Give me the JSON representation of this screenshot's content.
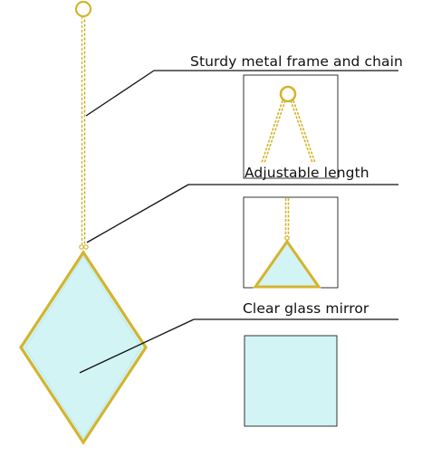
{
  "callouts": [
    {
      "text": "Sturdy metal frame and chain"
    },
    {
      "text": "Adjustable length"
    },
    {
      "text": "Clear glass mirror"
    }
  ],
  "colors": {
    "gold": "#d4b42e",
    "gold_dark": "#b8961a",
    "glass": "#d3f4f4",
    "glass_edge": "#bfeaea",
    "line": "#111111",
    "panel_border": "#333333"
  },
  "icons": {
    "hanging_ring": "ring-icon",
    "chain": "chain-icon",
    "mirror": "diamond-mirror"
  }
}
